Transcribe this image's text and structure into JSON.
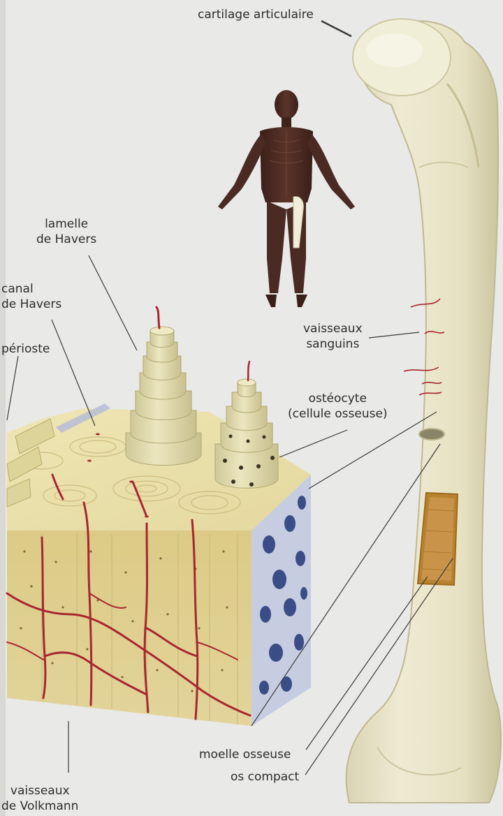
{
  "labels": {
    "cartilage": "cartilage articulaire",
    "lamelle_l1": "lamelle",
    "lamelle_l2": "de Havers",
    "canal_l1": "canal",
    "canal_l2": "de Havers",
    "perioste": "périoste",
    "vaisseaux_sanguins_l1": "vaisseaux",
    "vaisseaux_sanguins_l2": "sanguins",
    "osteocyte_l1": "ostéocyte",
    "osteocyte_l2": "(cellule osseuse)",
    "moelle": "moelle osseuse",
    "os_compact": "os compact",
    "volkmann_l1": "vaisseaux",
    "volkmann_l2": "de Volkmann"
  },
  "colors": {
    "background": "#e9e9e7",
    "bone": "#e7e3c7",
    "bone_shade": "#cfc9a5",
    "compact_bone": "#e6da9c",
    "vessel": "#a8262f",
    "marrow": "#c6cde0",
    "marrow_hole": "#3b4d87",
    "skin": "#4a2a22",
    "leader_line": "#3a3a3a"
  }
}
